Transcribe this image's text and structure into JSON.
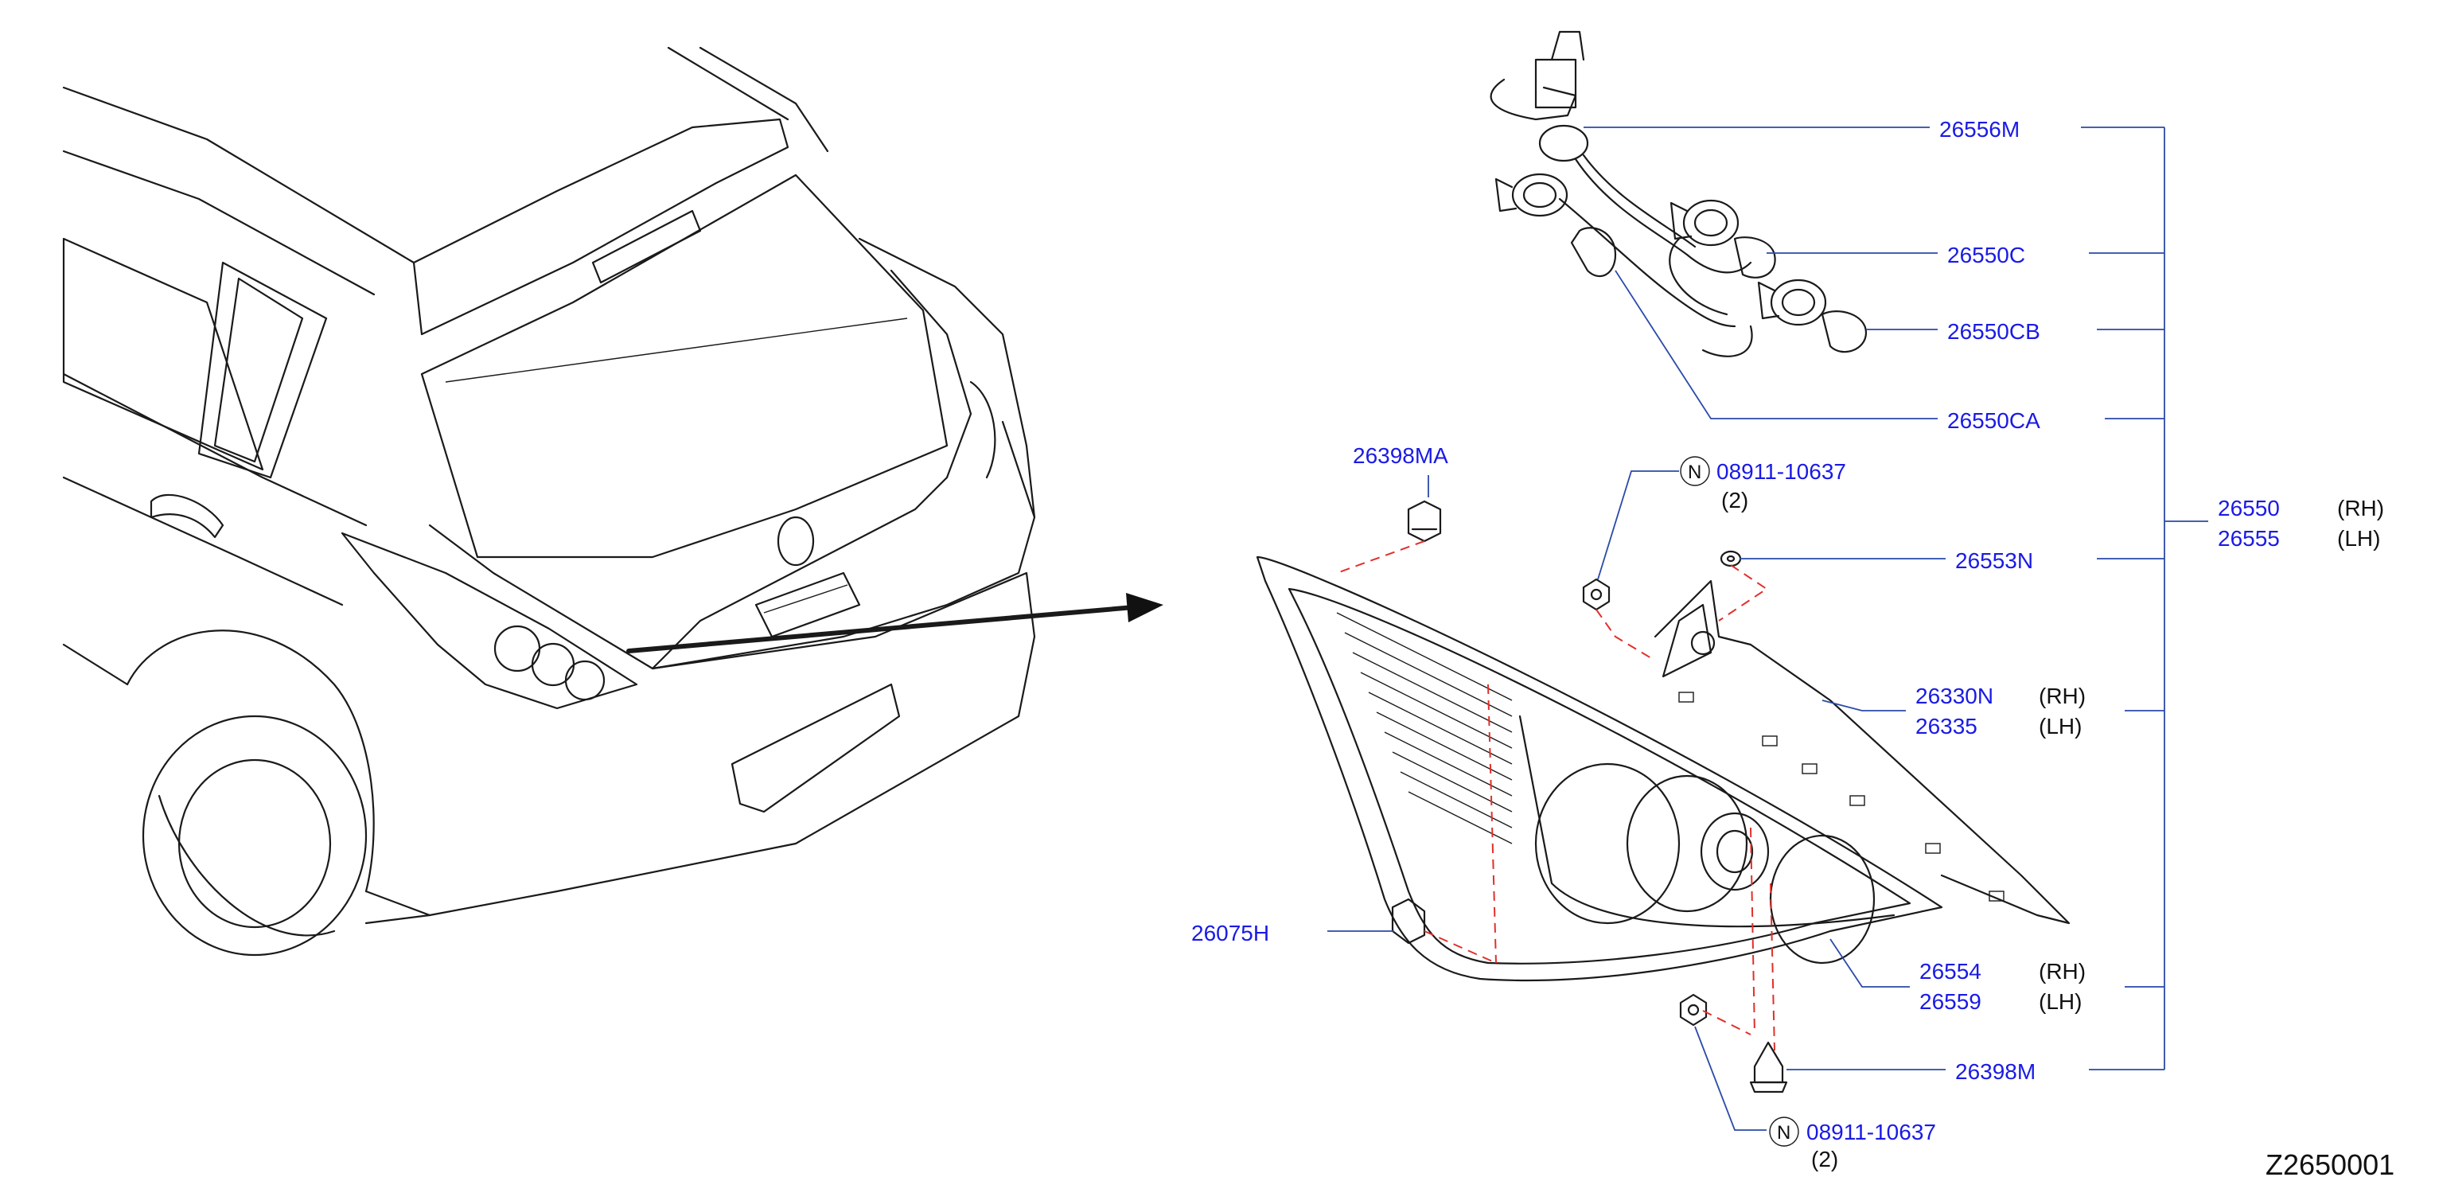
{
  "diagram_ref": "Z2650001",
  "parts": [
    {
      "id": "26556M",
      "side": ""
    },
    {
      "id": "26550C",
      "side": ""
    },
    {
      "id": "26550CB",
      "side": ""
    },
    {
      "id": "26550CA",
      "side": ""
    },
    {
      "id": "26550",
      "side": "(RH)"
    },
    {
      "id": "26555",
      "side": "(LH)"
    },
    {
      "id": "26553N",
      "side": ""
    },
    {
      "id": "26330N",
      "side": "(RH)"
    },
    {
      "id": "26335",
      "side": "(LH)"
    },
    {
      "id": "26554",
      "side": "(RH)"
    },
    {
      "id": "26559",
      "side": "(LH)"
    },
    {
      "id": "26398M",
      "side": ""
    },
    {
      "id": "26398MA",
      "side": ""
    },
    {
      "id": "26075H",
      "side": ""
    }
  ],
  "nuts": [
    {
      "symbol": "N",
      "part": "08911-10637",
      "qty": "(2)"
    },
    {
      "symbol": "N",
      "part": "08911-10637",
      "qty": "(2)"
    }
  ],
  "colors": {
    "part_number": "#1a1ae6",
    "leader": "#2a4aa8",
    "assembly_dash": "#e0302a",
    "line_art": "#1a1a1a"
  }
}
